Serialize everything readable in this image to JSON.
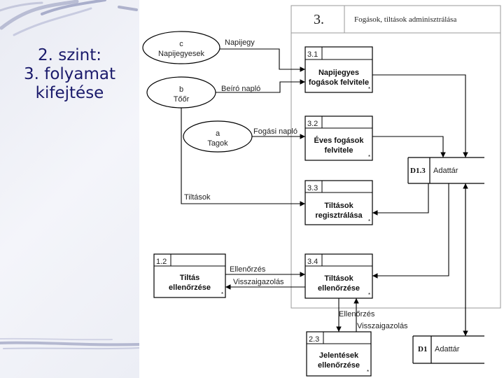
{
  "slide_title": {
    "line1": "2. szint:",
    "line2": "3. folyamat",
    "line3": "kifejtése"
  },
  "frame": {
    "number": "3.",
    "title": "Fogások, tiltások adminisztrálása"
  },
  "entities": {
    "c": {
      "id": "c",
      "name": "Napijegyesek"
    },
    "b": {
      "id": "b",
      "name": "Tőőr"
    },
    "a": {
      "id": "a",
      "name": "Tagok"
    }
  },
  "processes": {
    "p31": {
      "id": "3.1",
      "line1": "Napijegyes",
      "line2": "fogások felvitele",
      "mark": "*"
    },
    "p32": {
      "id": "3.2",
      "line1": "Éves fogások",
      "line2": "felvitele",
      "mark": "*"
    },
    "p33": {
      "id": "3.3",
      "line1": "Tiltások",
      "line2": "regisztrálása",
      "mark": "*"
    },
    "p34": {
      "id": "3.4",
      "line1": "Tiltások",
      "line2": "ellenőrzése",
      "mark": "*"
    },
    "p12": {
      "id": "1.2",
      "line1": "Tiltás",
      "line2": "ellenőrzése",
      "mark": "*"
    },
    "p23": {
      "id": "2.3",
      "line1": "Jelentések",
      "line2": "ellenőrzése",
      "mark": "*"
    }
  },
  "stores": {
    "d13": {
      "id": "D1.3",
      "name": "Adattár"
    },
    "d1": {
      "id": "D1",
      "name": "Adattár"
    }
  },
  "flows": {
    "napijegy": "Napijegy",
    "beiro_naplo": "Beíró napló",
    "fogasi_naplo": "Fogási napló",
    "tiltasok": "Tiltások",
    "ellenorzes_left": "Ellenőrzés",
    "visszaigazolas_left": "Visszaigazolás",
    "ellenorzes_down": "Ellenőrzés",
    "visszaigazolas_down": "Visszaigazolás"
  },
  "colors": {
    "title_text": "#1a1a6b",
    "line": "#000000",
    "frame": "#999999"
  }
}
